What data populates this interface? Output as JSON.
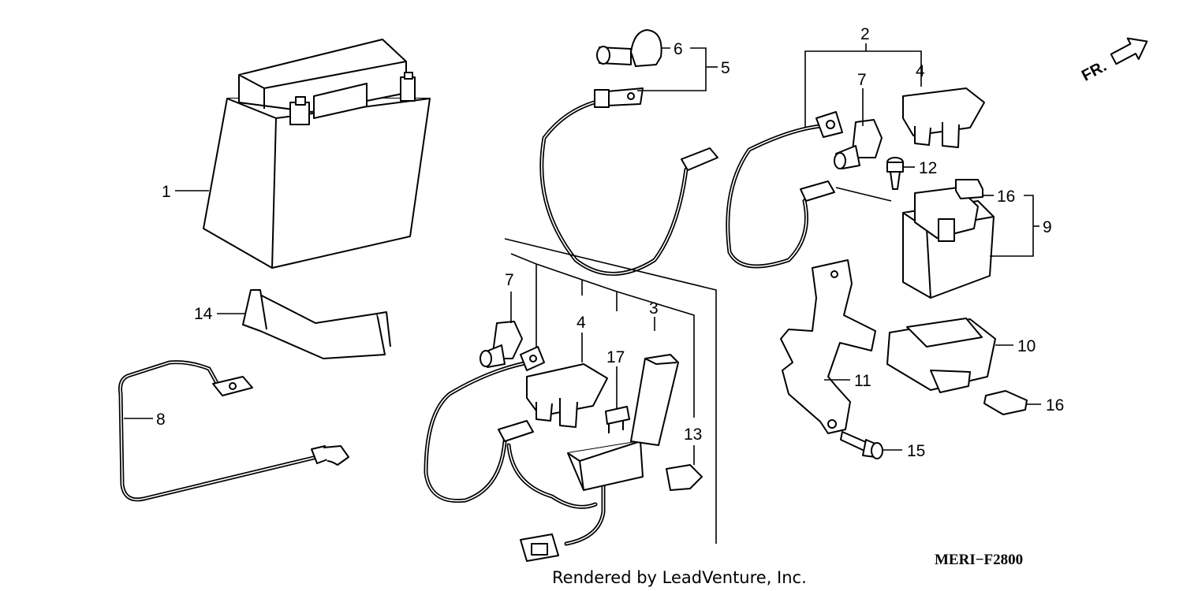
{
  "diagram_code": "MERI−F2800",
  "credit": "Rendered by LeadVenture, Inc.",
  "direction_label": "FR.",
  "callouts": {
    "battery": "1",
    "harness_top": "2",
    "fuse_box_assy": "3",
    "cap_top": "4",
    "cap_left": "4",
    "starter_cable": "5",
    "terminal_cover": "6",
    "cover_top": "7",
    "cover_left": "7",
    "ground_cable": "8",
    "starter_relay": "9",
    "relay_cover": "10",
    "relay_stay": "11",
    "bolt_small": "12",
    "fuse_holder": "13",
    "battery_band": "14",
    "flange_bolt": "15",
    "fuse_top": "16",
    "fuse_bottom": "16",
    "fuse_mini": "17"
  }
}
